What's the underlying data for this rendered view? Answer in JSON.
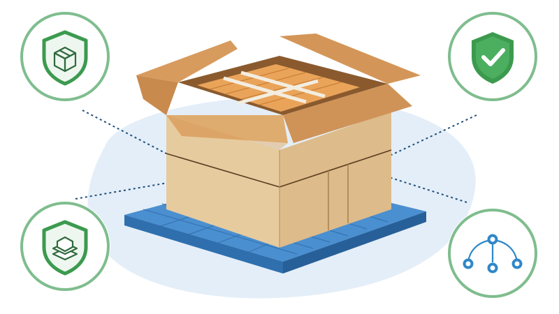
{
  "colors": {
    "badge_ring": "#7fbd8e",
    "shield_green": "#3c9a4f",
    "shield_light": "#eef7ef",
    "network_blue": "#2f87c8",
    "connector": "#1f4e7a",
    "pallet_blue": "#3f86c8",
    "cardboard": "#e9cfa3",
    "cardboard_dark": "#c9955c",
    "wood": "#e8a85f",
    "backdrop": "#e4eef8"
  },
  "badges": [
    {
      "position": "top-left",
      "icon": "shield-box-icon"
    },
    {
      "position": "top-right",
      "icon": "shield-check-icon"
    },
    {
      "position": "bottom-left",
      "icon": "shield-layers-icon"
    },
    {
      "position": "bottom-right",
      "icon": "network-nodes-icon"
    }
  ]
}
